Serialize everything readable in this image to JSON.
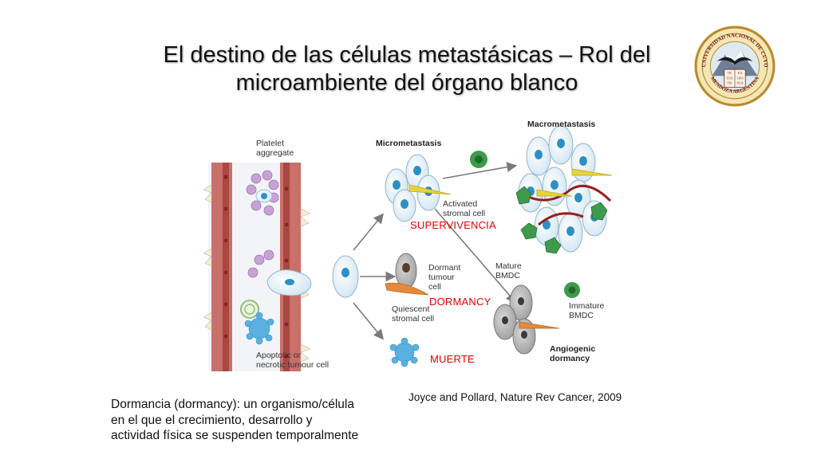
{
  "slide": {
    "title_line1": "El destino de las células metastásicas – Rol del",
    "title_line2": "microambiente del órgano blanco",
    "definition": "Dormancia (dormancy): un organismo/célula\nen el que el crecimiento, desarrollo y\nactividad física se suspenden temporalmente",
    "citation": "Joyce and Pollard, Nature Rev Cancer, 2009"
  },
  "seal": {
    "ring_text": "UNIVERSIDAD NACIONAL DE CUYO",
    "bottom_text": "MENDOZA ARGENTINA",
    "shield_lines": [
      "IN",
      "EX",
      "TUS",
      "GIO",
      "TIS",
      "SUA"
    ]
  },
  "figure": {
    "labels": {
      "platelet": "Platelet\naggregate",
      "micrometastasis": "Micrometastasis",
      "macrometastasis": "Macrometastasis",
      "activated": "Activated\nstromal cell",
      "dormant": "Dormant\ntumour\ncell",
      "quiescent": "Quiescent\nstromal cell",
      "mature": "Mature\nBMDC",
      "immature": "Immature\nBMDC",
      "angiogenic": "Angiogenic\ndormancy",
      "apoptotic": "Apoptotic or\nnecrotic tumour cell"
    },
    "overlays": {
      "survival": "SUPERVIVENCIA",
      "dormancy": "DORMANCY",
      "death": "MUERTE"
    }
  },
  "colors": {
    "vessel": "#b84a44",
    "tumour_cell": "#dcecf5",
    "nucleus": "#2e8fc4",
    "stromal": "#e8d23a",
    "bmdc": "#3e9a4c",
    "platelet": "#c8a2d6",
    "highlight_text": "#e60000"
  }
}
